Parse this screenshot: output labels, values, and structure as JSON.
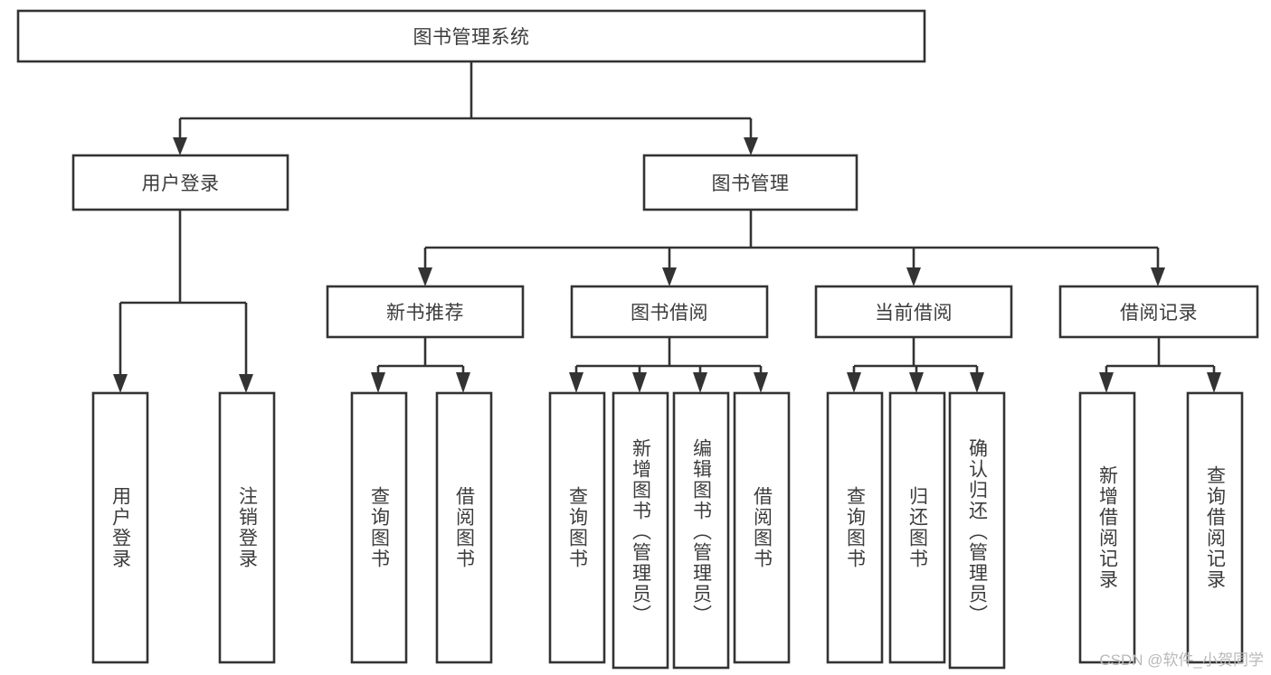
{
  "diagram": {
    "type": "tree-hierarchy",
    "title": "图书管理系统",
    "orientation": "top-down",
    "colors": {
      "box_stroke": "#333333",
      "box_fill": "#ffffff",
      "text": "#3c3c3c",
      "background": "#ffffff",
      "watermark": "#b9b9b9"
    },
    "root": {
      "label": "图书管理系统"
    },
    "level1": [
      {
        "label": "用户登录"
      },
      {
        "label": "图书管理"
      }
    ],
    "level2": [
      {
        "label": "新书推荐"
      },
      {
        "label": "图书借阅"
      },
      {
        "label": "当前借阅"
      },
      {
        "label": "借阅记录"
      }
    ],
    "leaves": {
      "user_login": [
        {
          "label": "用户登录"
        },
        {
          "label": "注销登录"
        }
      ],
      "new_book_recommend": [
        {
          "label": "查询图书"
        },
        {
          "label": "借阅图书"
        }
      ],
      "book_borrow": [
        {
          "label": "查询图书"
        },
        {
          "label": "新增图书（管理员）"
        },
        {
          "label": "编辑图书（管理员）"
        },
        {
          "label": "借阅图书"
        }
      ],
      "current_borrow": [
        {
          "label": "查询图书"
        },
        {
          "label": "归还图书"
        },
        {
          "label": "确认归还（管理员）"
        }
      ],
      "borrow_record": [
        {
          "label": "新增借阅记录"
        },
        {
          "label": "查询借阅记录"
        }
      ]
    },
    "watermark": "CSDN @软件_小贺同学"
  }
}
